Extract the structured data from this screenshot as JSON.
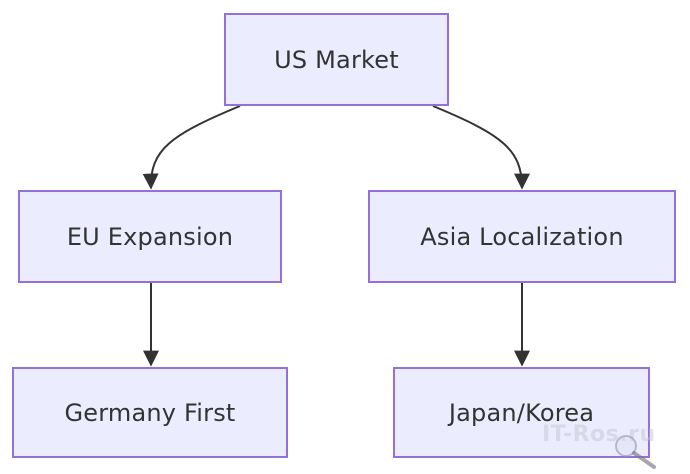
{
  "diagram": {
    "nodes": {
      "us": "US Market",
      "eu": "EU Expansion",
      "asia": "Asia Localization",
      "germany": "Germany First",
      "japan": "Japan/Korea"
    },
    "edges": [
      {
        "from": "US Market",
        "to": "EU Expansion"
      },
      {
        "from": "US Market",
        "to": "Asia Localization"
      },
      {
        "from": "EU Expansion",
        "to": "Germany First"
      },
      {
        "from": "Asia Localization",
        "to": "Japan/Korea"
      }
    ],
    "colors": {
      "node_fill": "#ECECFF",
      "node_border": "#9370DB",
      "edge": "#333333",
      "text": "#333333"
    }
  },
  "watermark": {
    "text": "IT-Ros.ru",
    "icon": "magnifier-icon"
  }
}
